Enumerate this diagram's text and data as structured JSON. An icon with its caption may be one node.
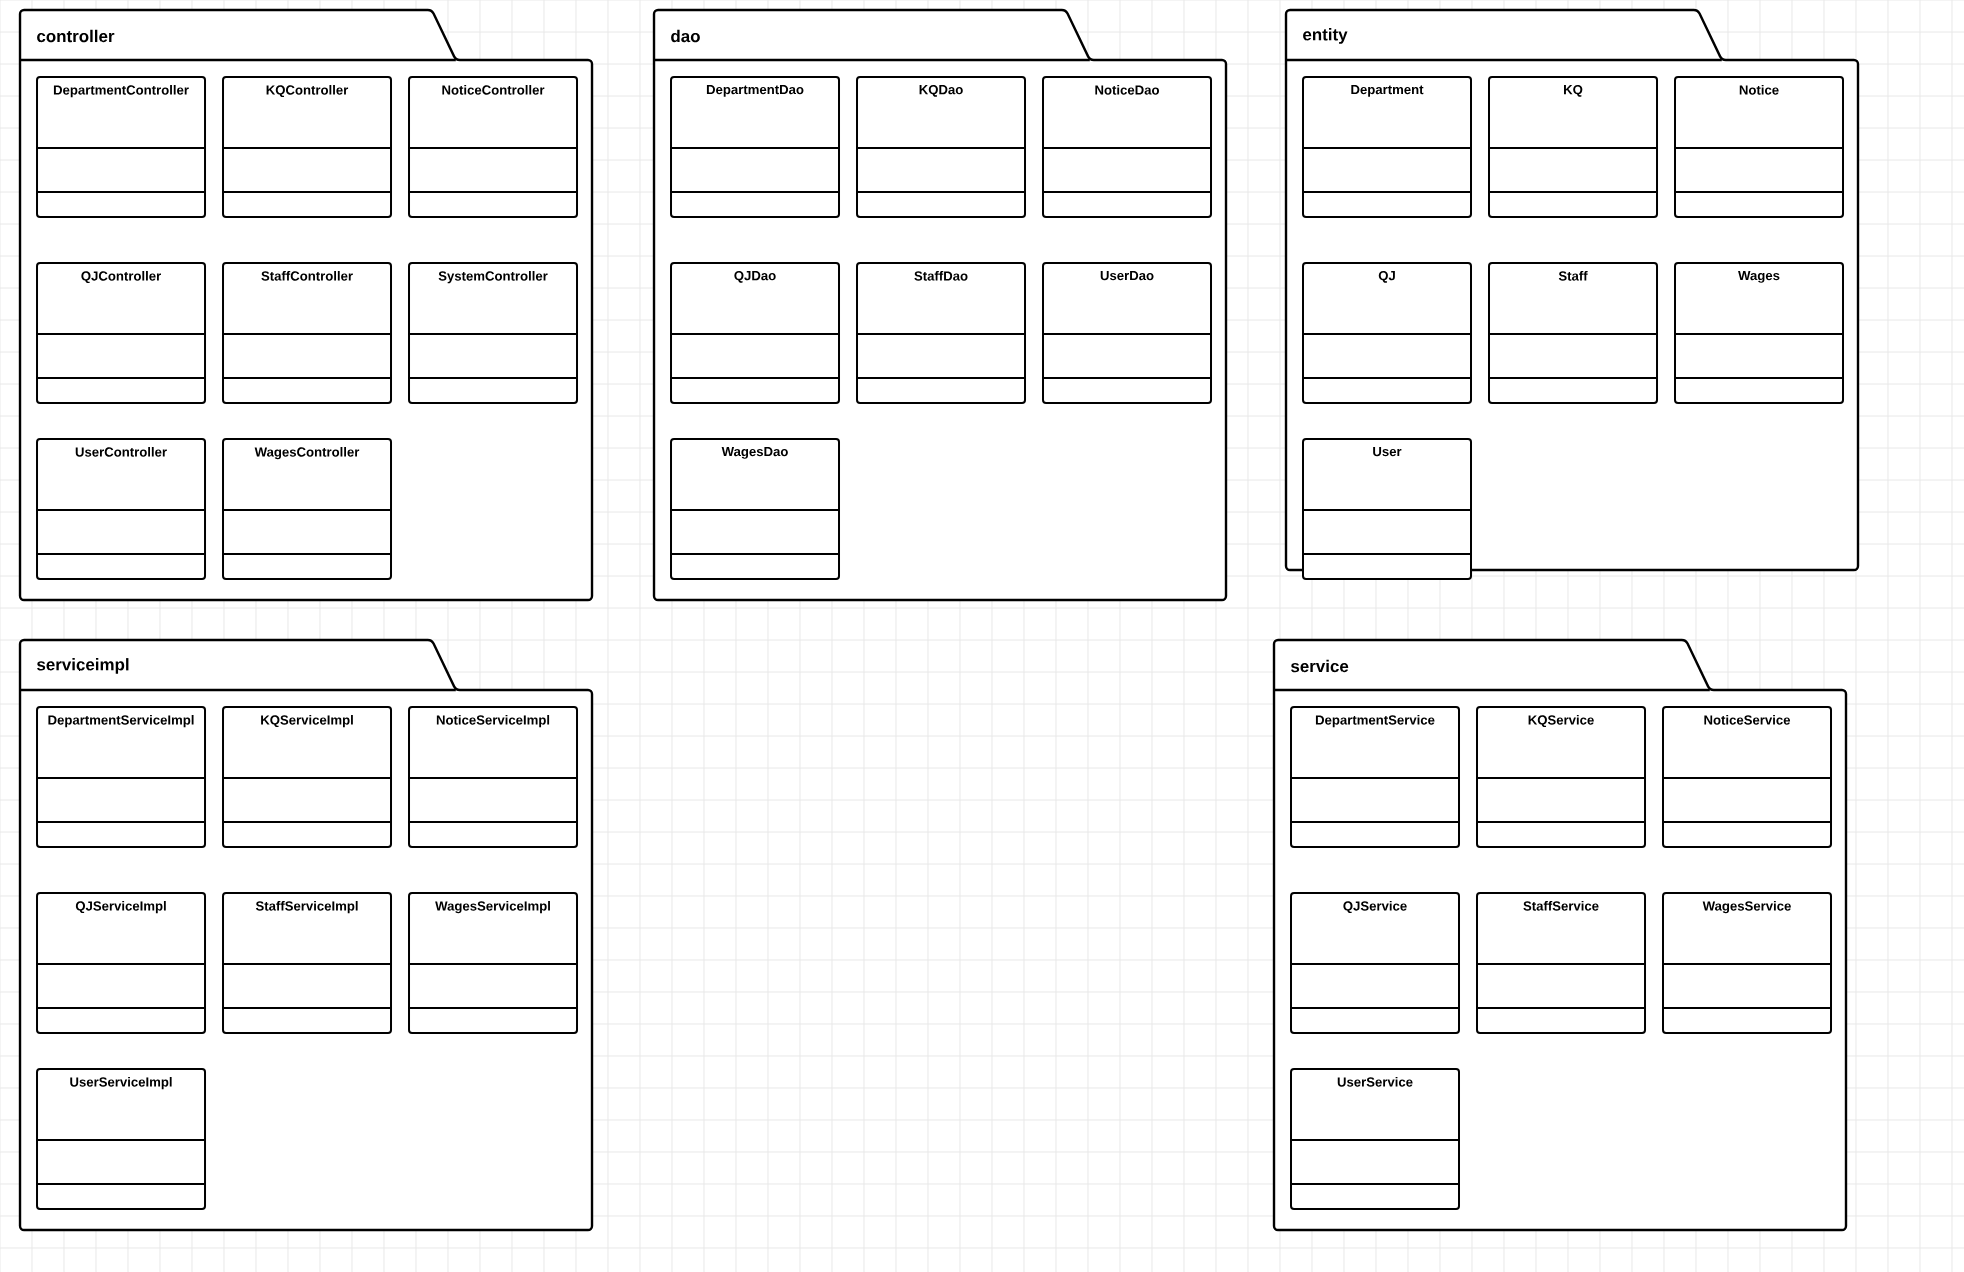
{
  "diagram": {
    "nodes": [
      {
        "text": [
          "controller"
        ]
      },
      {
        "text": [
          "DepartmentController"
        ],
        "in": 0
      },
      {
        "text": [
          "KQController"
        ],
        "in": 0
      },
      {
        "text": [
          "NoticeController"
        ],
        "in": 0
      },
      {
        "text": [
          "QJController"
        ],
        "in": 0
      },
      {
        "text": [
          "StaffController"
        ],
        "in": 0
      },
      {
        "text": [
          "SystemController"
        ],
        "in": 0
      },
      {
        "text": [
          "UserController"
        ],
        "in": 0
      },
      {
        "text": [
          "WagesController"
        ],
        "in": 0
      },
      {
        "text": [
          "dao"
        ]
      },
      {
        "text": [
          "DepartmentDao"
        ],
        "in": 9
      },
      {
        "text": [
          "KQDao"
        ],
        "in": 9
      },
      {
        "text": [
          "NoticeDao"
        ],
        "in": 9
      },
      {
        "text": [
          "QJDao"
        ],
        "in": 9
      },
      {
        "text": [
          "StaffDao"
        ],
        "in": 9
      },
      {
        "text": [
          "UserDao"
        ],
        "in": 9
      },
      {
        "text": [
          "WagesDao"
        ],
        "in": 9
      },
      {
        "text": [
          "entity"
        ]
      },
      {
        "text": [
          "Department"
        ],
        "in": 17
      },
      {
        "text": [
          "KQ"
        ],
        "in": 17
      },
      {
        "text": [
          "Notice"
        ],
        "in": 17
      },
      {
        "text": [
          "QJ"
        ],
        "in": 17
      },
      {
        "text": [
          "Staff"
        ],
        "in": 17
      },
      {
        "text": [
          "Wages"
        ],
        "in": 17
      },
      {
        "text": [
          "User"
        ],
        "in": 17
      },
      {
        "text": [
          "serviceimpl"
        ]
      },
      {
        "text": [
          "DepartmentServiceImpl"
        ],
        "in": 25
      },
      {
        "text": [
          "KQServiceImpl"
        ],
        "in": 25
      },
      {
        "text": [
          "NoticeServiceImpl"
        ],
        "in": 25
      },
      {
        "text": [
          "QJServiceImpl"
        ],
        "in": 25
      },
      {
        "text": [
          "StaffServiceImpl"
        ],
        "in": 25
      },
      {
        "text": [
          "WagesServiceImpl"
        ],
        "in": 25
      },
      {
        "text": [
          "UserServiceImpl"
        ],
        "in": 25
      },
      {
        "text": [
          "service"
        ]
      },
      {
        "text": [
          "DepartmentService"
        ],
        "in": 33
      },
      {
        "text": [
          "KQService"
        ],
        "in": 33
      },
      {
        "text": [
          "NoticeService"
        ],
        "in": 33
      },
      {
        "text": [
          "QJService"
        ],
        "in": 33
      },
      {
        "text": [
          "StaffService"
        ],
        "in": 33
      },
      {
        "text": [
          "WagesService"
        ],
        "in": 33
      },
      {
        "text": [
          "UserService"
        ],
        "in": 33
      }
    ]
  }
}
